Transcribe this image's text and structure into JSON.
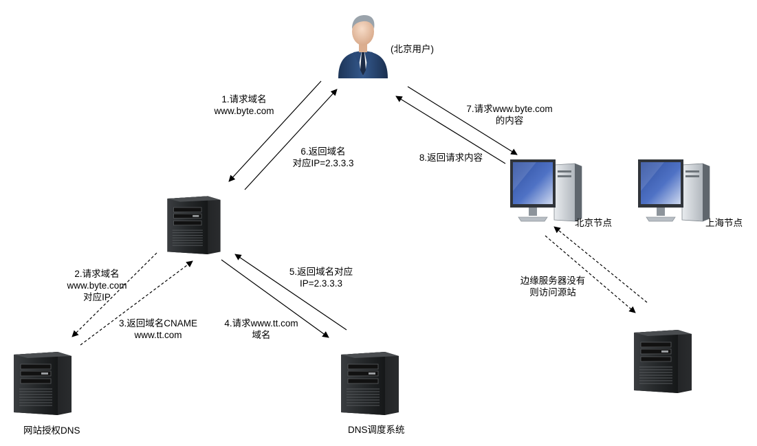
{
  "nodes": {
    "user": {
      "label": "(北京用户)",
      "icon": "businessman-icon"
    },
    "local_dns": {
      "label": "",
      "icon": "server-tower-icon"
    },
    "authoritative_dns": {
      "label": "网站授权DNS",
      "icon": "server-tower-icon"
    },
    "dns_scheduler": {
      "label": "DNS调度系统",
      "icon": "server-tower-icon"
    },
    "beijing_node": {
      "label": "北京节点",
      "icon": "desktop-computer-icon"
    },
    "shanghai_node": {
      "label": "上海节点",
      "icon": "desktop-computer-icon"
    },
    "origin_server": {
      "label": "",
      "icon": "server-tower-icon"
    }
  },
  "edges": {
    "e1": {
      "line1": "1.请求域名",
      "line2": "www.byte.com",
      "style": "solid"
    },
    "e6": {
      "line1": "6.返回域名",
      "line2": "对应IP=2.3.3.3",
      "style": "solid"
    },
    "e2": {
      "line1": "2.请求域名",
      "line2": "www.byte.com",
      "line3": "对应IP",
      "style": "dashed"
    },
    "e3": {
      "line1": "3.返回域名CNAME",
      "line2": "www.tt.com",
      "style": "dashed"
    },
    "e4": {
      "line1": "4.请求www.tt.com",
      "line2": "域名",
      "style": "solid"
    },
    "e5": {
      "line1": "5.返回域名对应",
      "line2": "IP=2.3.3.3",
      "style": "solid"
    },
    "e7": {
      "line1": "7.请求www.byte.com",
      "line2": "的内容",
      "style": "solid"
    },
    "e8": {
      "line1": "8.返回请求内容",
      "style": "solid"
    },
    "edge_origin": {
      "line1": "边缘服务器没有",
      "line2": "则访问源站",
      "style": "dashed"
    }
  }
}
